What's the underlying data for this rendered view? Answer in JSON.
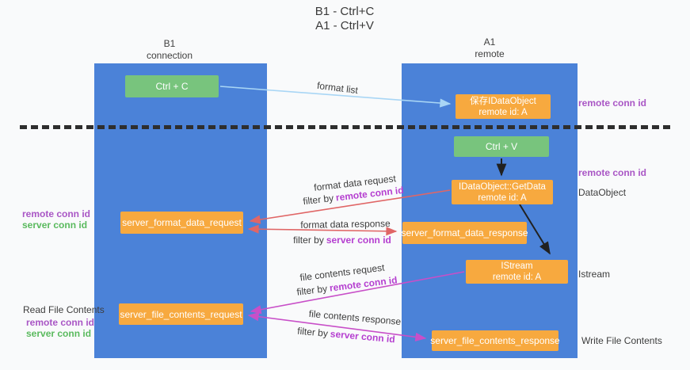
{
  "title": {
    "line1": "B1 - Ctrl+C",
    "line2": "A1 - Ctrl+V"
  },
  "lanes": {
    "left": {
      "name": "B1",
      "sub": "connection"
    },
    "right": {
      "name": "A1",
      "sub": "remote"
    }
  },
  "boxes": {
    "ctrl_c": "Ctrl + C",
    "save_idataobject": {
      "line1": "保存IDataObject",
      "line2": "remote id: A"
    },
    "ctrl_v": "Ctrl + V",
    "getdata": {
      "line1": "IDataObject::GetData",
      "line2": "remote id: A"
    },
    "format_request": "server_format_data_request",
    "format_response": "server_format_data_response",
    "istream": {
      "line1": "IStream",
      "line2": "remote id: A"
    },
    "file_request": "server_file_contents_request",
    "file_response": "server_file_contents_response"
  },
  "side_labels": {
    "remote_conn_id_top": "remote conn id",
    "remote_conn_id_mid": "remote conn id",
    "dataobject": "DataObject",
    "istream": "Istream",
    "write_file_contents": "Write File Contents",
    "read_file_contents": "Read File Contents",
    "left_remote_conn_id_1": "remote conn id",
    "left_server_conn_id_1": "server conn id",
    "left_remote_conn_id_2": "remote conn id",
    "left_server_conn_id_2": "server conn id"
  },
  "arrow_labels": {
    "format_list": "format list",
    "format_data_request": "format data request",
    "format_data_request_filter": {
      "prefix": "filter by",
      "value": "remote conn id"
    },
    "format_data_response": "format data response",
    "format_data_response_filter": {
      "prefix": "filter by",
      "value": "server conn id"
    },
    "file_contents_request": "file contents request",
    "file_contents_request_filter": {
      "prefix": "filter by",
      "value": "remote conn id"
    },
    "file_contents_response": "file contents response",
    "file_contents_response_filter": {
      "prefix": "filter by",
      "value": "server conn id"
    }
  },
  "colors": {
    "lane_blue": "#4b82d8",
    "box_green": "#78c47d",
    "box_orange": "#f7a93f",
    "arrow_red": "#e06666",
    "arrow_magenta": "#c84fc8",
    "arrow_light_blue": "#a9d6f5",
    "arrow_black": "#212121",
    "conn_id_purple": "#a956c5",
    "conn_id_green": "#5aba5e",
    "inline_filter_purple": "#b53fd0",
    "text_dark": "#3d3d3d"
  }
}
